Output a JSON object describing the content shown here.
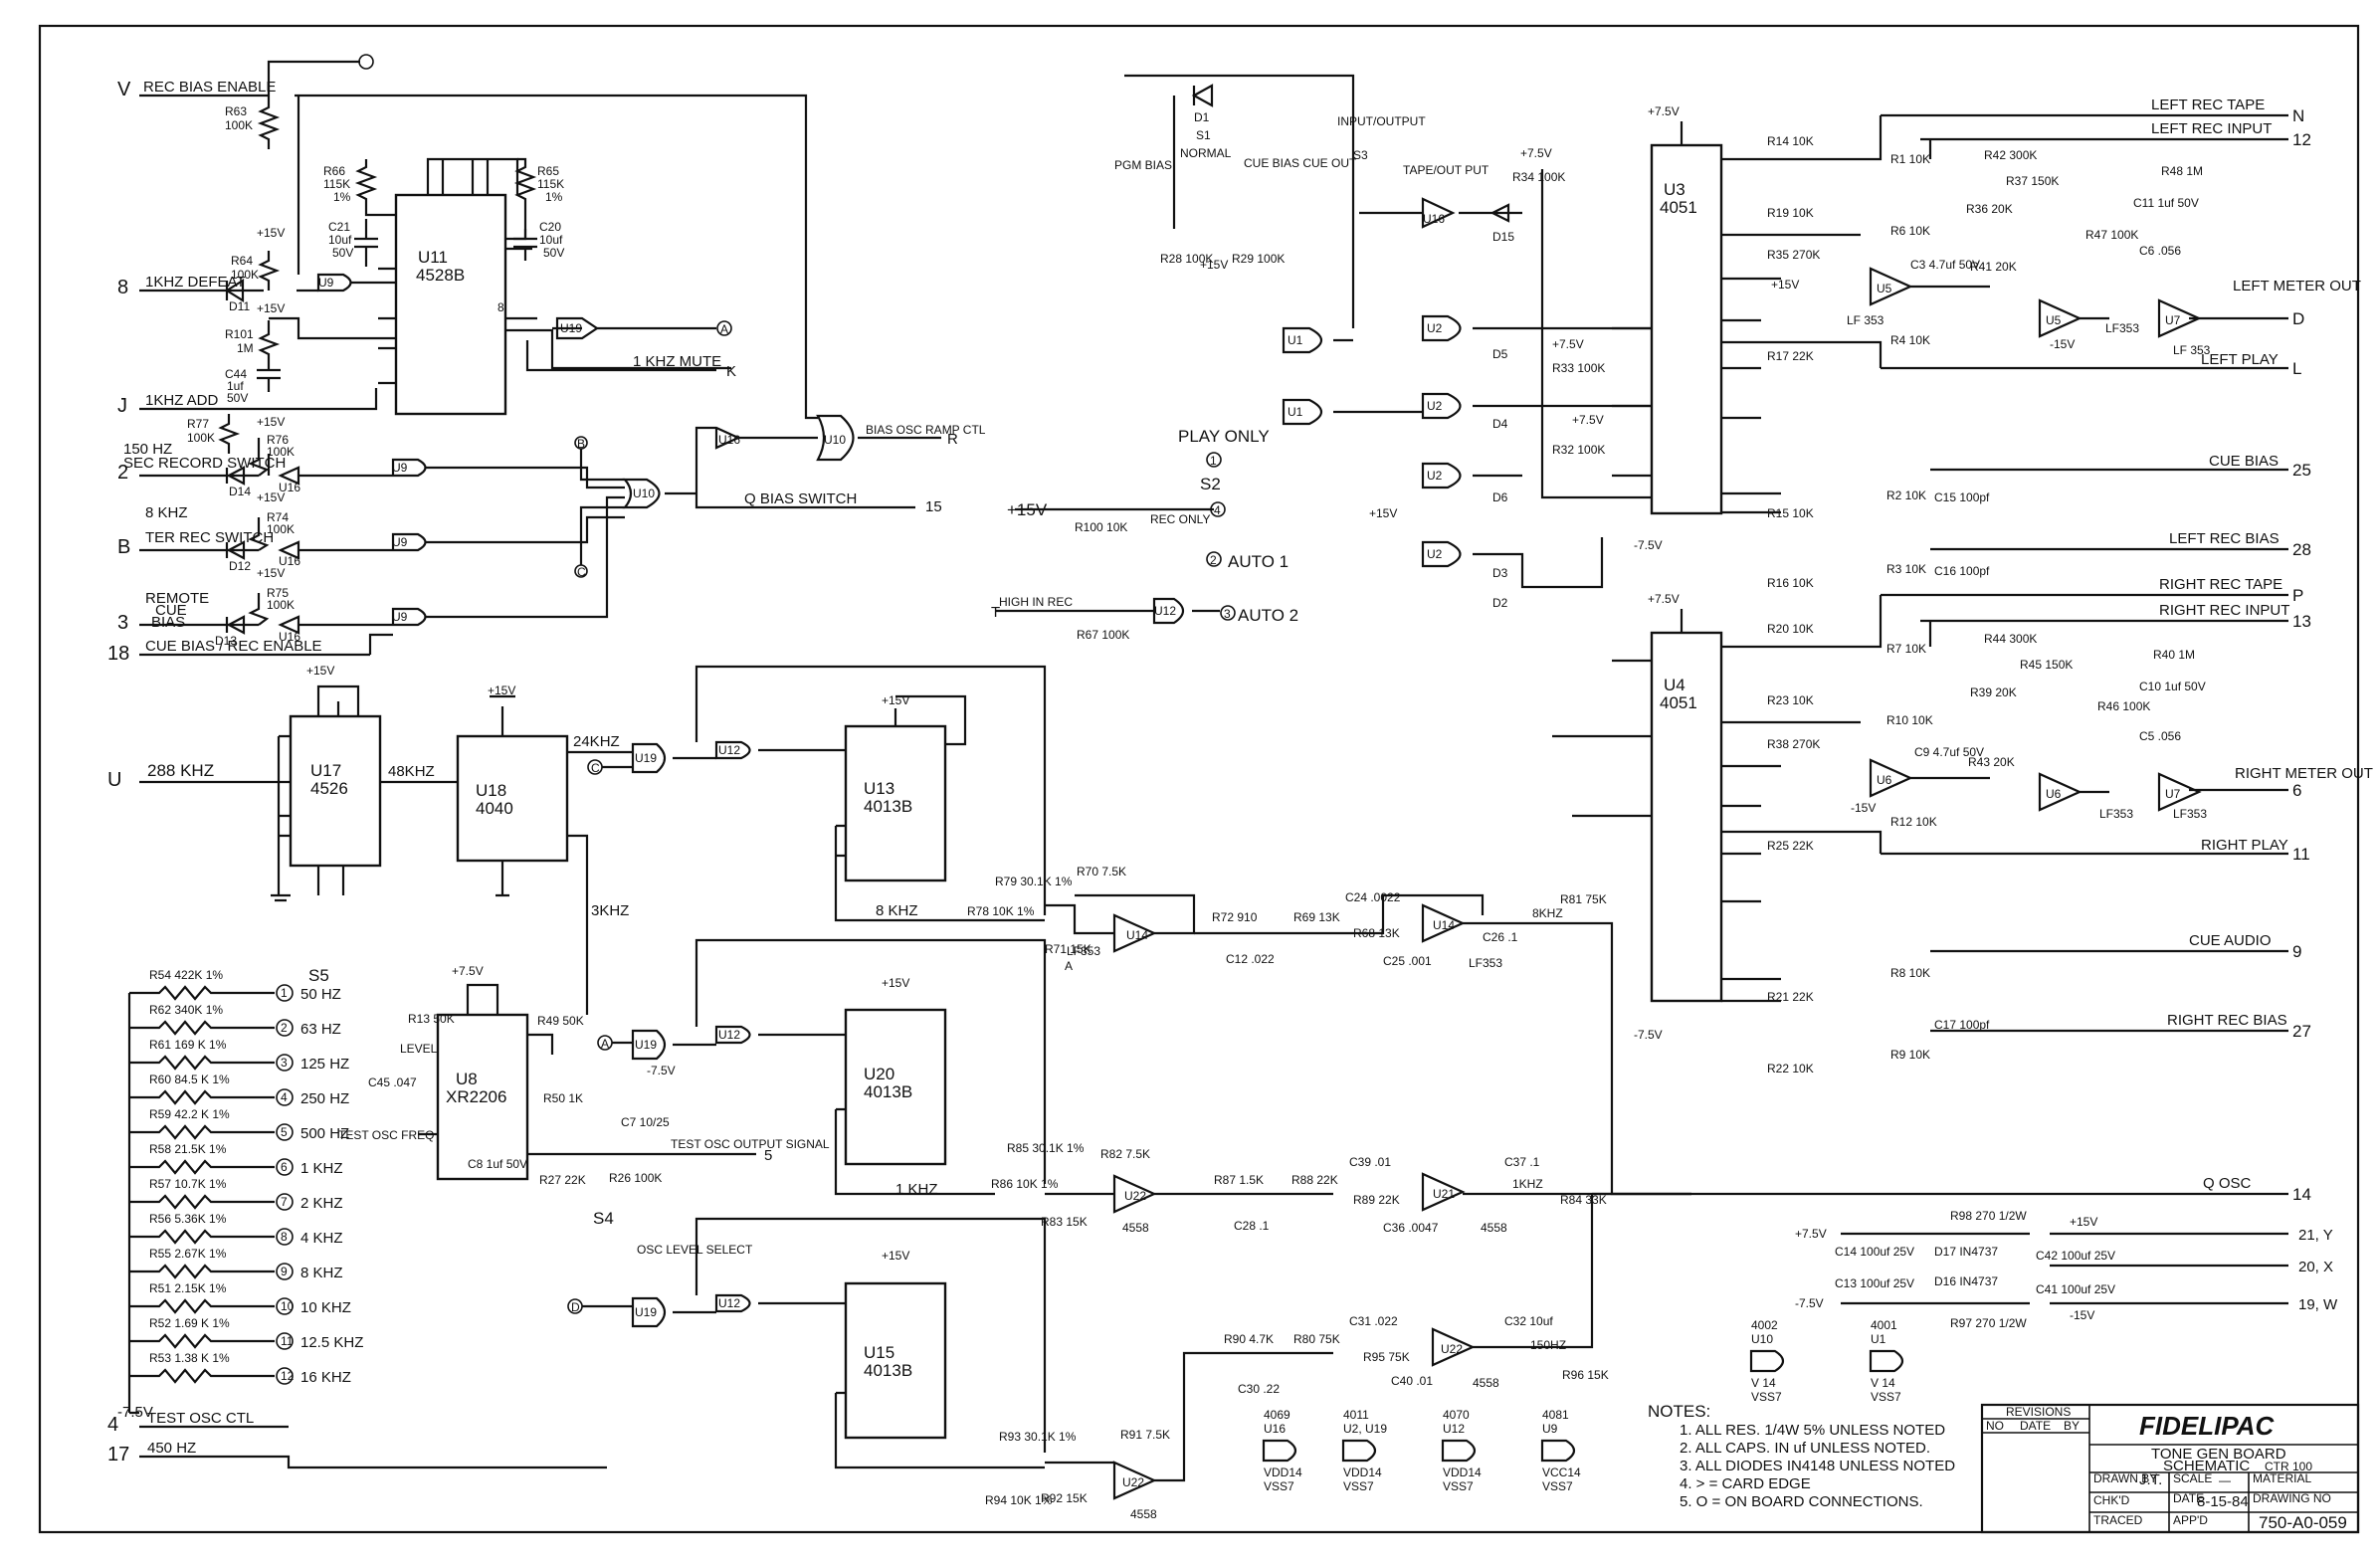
{
  "title_block": {
    "company": "FIDELIPAC",
    "title_line1": "TONE GEN BOARD",
    "title_line2": "SCHEMATIC",
    "title_code": "CTR 100",
    "revisions_label": "REVISIONS",
    "rev_cols": [
      "NO",
      "DATE",
      "BY"
    ],
    "drawn_by_label": "DRAWN BY",
    "drawn_by": "J.T.",
    "scale_label": "SCALE",
    "scale": "—",
    "material_label": "MATERIAL",
    "chkd_label": "CHK'D",
    "date_label": "DATE",
    "date": "8-15-84",
    "drawing_no_label": "DRAWING NO",
    "traced_label": "TRACED",
    "appd_label": "APP'D",
    "drawing_no": "750-A0-059"
  },
  "notes": {
    "heading": "NOTES:",
    "items": [
      "1. ALL RES. 1/4W 5% UNLESS NOTED",
      "2. ALL CAPS. IN uf UNLESS NOTED.",
      "3. ALL DIODES IN4148 UNLESS NOTED",
      "4. > = CARD EDGE",
      "5. O = ON BOARD CONNECTIONS."
    ]
  },
  "supply_legend": [
    {
      "part": "4069",
      "unit": "U16",
      "vdd": "VDD14",
      "vss": "VSS7"
    },
    {
      "part": "4011",
      "unit": "U2, U19",
      "vdd": "VDD14",
      "vss": "VSS7"
    },
    {
      "part": "4070",
      "unit": "U12",
      "vdd": "VDD14",
      "vss": "VSS7"
    },
    {
      "part": "4081",
      "unit": "U9",
      "vdd": "VCC14",
      "vss": "VSS7"
    },
    {
      "part": "4002",
      "unit": "U10",
      "vdd": "V 14",
      "vss": "VSS7"
    },
    {
      "part": "4001",
      "unit": "U1",
      "vdd": "V 14",
      "vss": "VSS7"
    }
  ],
  "left_io": [
    {
      "pin": "V",
      "label": "REC BIAS ENABLE"
    },
    {
      "pin": "8",
      "label": "1KHZ DEFEAT"
    },
    {
      "pin": "J",
      "label": "1KHZ ADD"
    },
    {
      "pin": "2",
      "label": "SEC RECORD SWITCH"
    },
    {
      "pin": "B",
      "label": "TER REC SWITCH"
    },
    {
      "pin": "3",
      "label": "REMOTE CUE BIAS"
    },
    {
      "pin": "18",
      "label": "CUE BIAS / REC ENABLE"
    },
    {
      "pin": "U",
      "label": "288 KHZ"
    },
    {
      "pin": "4",
      "label": "TEST OSC CTL"
    },
    {
      "pin": "17",
      "label": "450 HZ"
    }
  ],
  "left_text": {
    "hz150": "150 HZ",
    "khz8": "8 KHZ",
    "remote": "REMOTE",
    "cue": "CUE",
    "bias": "BIAS",
    "neg75": "-7.5V"
  },
  "right_io": [
    {
      "pin": "N",
      "label": "LEFT REC TAPE"
    },
    {
      "pin": "12",
      "label": "LEFT REC INPUT"
    },
    {
      "pin": "D",
      "label": "LEFT METER OUT"
    },
    {
      "pin": "L",
      "label": "LEFT PLAY"
    },
    {
      "pin": "25",
      "label": "CUE BIAS"
    },
    {
      "pin": "28",
      "label": "LEFT REC BIAS"
    },
    {
      "pin": "P",
      "label": "RIGHT REC TAPE"
    },
    {
      "pin": "13",
      "label": "RIGHT REC INPUT"
    },
    {
      "pin": "6",
      "label": "RIGHT METER OUT"
    },
    {
      "pin": "11",
      "label": "RIGHT PLAY"
    },
    {
      "pin": "9",
      "label": "CUE AUDIO"
    },
    {
      "pin": "27",
      "label": "RIGHT REC BIAS"
    },
    {
      "pin": "14",
      "label": "Q OSC"
    }
  ],
  "ics": {
    "u11": {
      "name": "U11",
      "part": "4528B"
    },
    "u17": {
      "name": "U17",
      "part": "4526"
    },
    "u18": {
      "name": "U18",
      "part": "4040"
    },
    "u13": {
      "name": "U13",
      "part": "4013B"
    },
    "u20": {
      "name": "U20",
      "part": "4013B"
    },
    "u15": {
      "name": "U15",
      "part": "4013B"
    },
    "u8": {
      "name": "U8",
      "part": "XR2206"
    },
    "u3": {
      "name": "U3",
      "part": "4051"
    },
    "u4": {
      "name": "U4",
      "part": "4051"
    }
  },
  "net_labels": {
    "khz_mute": "1 KHZ MUTE",
    "bias_osc_ramp": "BIAS OSC RAMP CTL",
    "q_bias_switch": "Q BIAS SWITCH",
    "khz48": "48KHZ",
    "khz24": "24KHZ",
    "khz8": "8 KHZ",
    "khz3": "3KHZ",
    "khz1": "1 KHZ",
    "khz1b": "1KHZ",
    "khz8b": "8KHZ",
    "hz150": "150HZ",
    "high_in_rec": "HIGH IN REC",
    "play_only": "PLAY ONLY",
    "auto1": "AUTO 1",
    "auto2": "AUTO 2",
    "rec_only": "REC ONLY",
    "input_output": "INPUT/OUTPUT",
    "tape_out_put": "TAPE/OUT PUT",
    "pgm_bias": "PGM BIAS",
    "normal": "NORMAL",
    "cue_bias_cue_out": "CUE BIAS CUE OUT",
    "test_osc_freq": "TEST OSC FREQ",
    "test_osc_output": "TEST OSC OUTPUT SIGNAL",
    "osc_level_select": "OSC LEVEL SELECT",
    "level": "LEVEL",
    "plus15v": "+15V",
    "minus15v": "-15V",
    "plus75v": "+7.5V",
    "minus75v": "-7.5V"
  },
  "freq_switch": [
    {
      "r": "R54",
      "val": "422K 1%",
      "pos": "1",
      "f": "50 HZ"
    },
    {
      "r": "R62",
      "val": "340K 1%",
      "pos": "2",
      "f": "63 HZ"
    },
    {
      "r": "R61",
      "val": "169 K 1%",
      "pos": "3",
      "f": "125 HZ"
    },
    {
      "r": "R60",
      "val": "84.5 K 1%",
      "pos": "4",
      "f": "250 HZ"
    },
    {
      "r": "R59",
      "val": "42.2 K 1%",
      "pos": "5",
      "f": "500 HZ"
    },
    {
      "r": "R58",
      "val": "21.5K 1%",
      "pos": "6",
      "f": "1 KHZ"
    },
    {
      "r": "R57",
      "val": "10.7K 1%",
      "pos": "7",
      "f": "2 KHZ"
    },
    {
      "r": "R56",
      "val": "5.36K 1%",
      "pos": "8",
      "f": "4 KHZ"
    },
    {
      "r": "R55",
      "val": "2.67K 1%",
      "pos": "9",
      "f": "8 KHZ"
    },
    {
      "r": "R51",
      "val": "2.15K 1%",
      "pos": "10",
      "f": "10 KHZ"
    },
    {
      "r": "R52",
      "val": "1.69 K 1%",
      "pos": "11",
      "f": "12.5 KHZ"
    },
    {
      "r": "R53",
      "val": "1.38 K 1%",
      "pos": "12",
      "f": "16 KHZ"
    }
  ],
  "freq_switch_name": "S5",
  "components": {
    "r63": "R63 100K",
    "r66": "R66 115K 1%",
    "r65": "R65 115K 1%",
    "c21": "C21 10uf 50V",
    "c20": "C20 10uf 50V",
    "r64": "R64 100K",
    "r101": "R101 1M",
    "c44": "C44 1uf 50V",
    "r77": "R77 100K",
    "r76": "R76 100K",
    "r74": "R74 100K",
    "r75": "R75 100K",
    "r70": "R70 7.5K",
    "r72": "R72 910",
    "c12": "C12 .022",
    "r69": "R69 13K",
    "c24": "C24 .0022",
    "r68": "R68 13K",
    "c25": "C25 .001",
    "c26": "C26 .1",
    "r81": "R81 75K",
    "r84": "R84 33K",
    "r79": "R79 30.1K 1%",
    "r78": "R78 10K 1%",
    "r71": "R71 15K",
    "r82": "R82 7.5K",
    "r85": "R85 30.1K 1%",
    "r86": "R86 10K 1%",
    "r83": "R83 15K",
    "r87": "R87 1.5K",
    "c28": "C28 .1",
    "r88": "R88 22K",
    "c39": "C39 .01",
    "r89": "R89 22K",
    "c36": "C36 .0047",
    "c37": "C37 .1",
    "r90": "R90 4.7K",
    "c30": "C30 .22",
    "r80": "R80 75K",
    "c31": "C31 .022",
    "r95": "R95 75K",
    "c40": "C40 .01",
    "c32": "C32 10uf",
    "r96": "R96 15K",
    "r91": "R91 7.5K",
    "r93": "R93 30.1K 1%",
    "r94": "R94 10K 1%",
    "r92": "R92 15K",
    "r13": "R13 50K",
    "c45": "C45 .047",
    "r49": "R49 50K",
    "r50": "R50 1K",
    "c8": "C8 1uf 50V",
    "r27": "R27 22K",
    "r26": "R26 100K",
    "c7": "C7 10/25",
    "r14": "R14 10K",
    "r1": "R1 10K",
    "r19": "R19 10K",
    "r6": "R6 10K",
    "r35": "R35 270K",
    "c3": "C3 4.7uf 50V",
    "r41": "R41 20K",
    "r42": "R42 300K",
    "r36": "R36 20K",
    "r37": "R37 150K",
    "r47": "R47 100K",
    "c11": "C11 1uf 50V",
    "r48": "R48 1M",
    "c6": "C6 .056",
    "r4": "R4 10K",
    "r17": "R17 22K",
    "r2": "R2 10K",
    "c15": "C15 100pf",
    "r15": "R15 10K",
    "r3": "R3 10K",
    "c16": "C16 100pf",
    "r16": "R16 10K",
    "r7": "R7 10K",
    "r20": "R20 10K",
    "r23": "R23 10K",
    "r10": "R10 10K",
    "r38": "R38 270K",
    "c9": "C9 4.7uf 50V",
    "r43": "R43 20K",
    "r44": "R44 300K",
    "r39": "R39 20K",
    "r45": "R45 150K",
    "r46": "R46 100K",
    "c10": "C10 1uf 50V",
    "r40": "R40 1M",
    "c5": "C5 .056",
    "r12": "R12 10K",
    "r25": "R25 22K",
    "r8": "R8 10K",
    "r21": "R21 22K",
    "c17": "C17 100pf",
    "r9": "R9 10K",
    "r22": "R22 10K",
    "r34": "R34 100K",
    "r33": "R33 100K",
    "r32": "R32 100K",
    "r28": "R28 100K",
    "r29": "R29 100K",
    "r100": "R100 10K",
    "r67": "R67 100K",
    "c14": "C14 100uf 25V",
    "c13": "C13 100uf 25V",
    "d17": "D17 IN4737",
    "d16": "D16 IN4737",
    "c42": "C42 100uf 25V",
    "c41": "C41 100uf 25V",
    "r98": "R98 270 1/2W",
    "r97": "R97 270 1/2W"
  },
  "supply_out": [
    {
      "label": "21, Y"
    },
    {
      "label": "20, X"
    },
    {
      "label": "19, W"
    }
  ]
}
